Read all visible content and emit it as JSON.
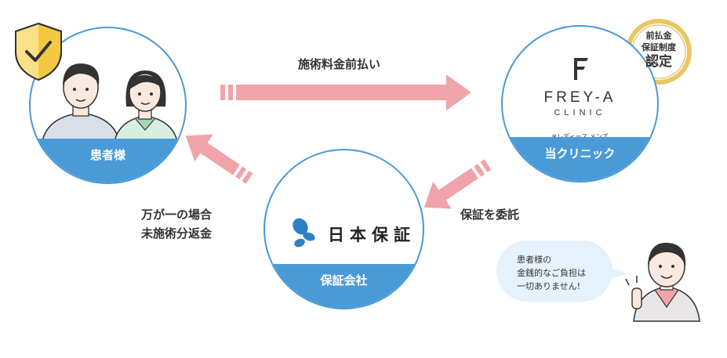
{
  "arrows": {
    "prepay": "施術料金前払い",
    "refund_line1": "万が一の場合",
    "refund_line2": "未施術分返金",
    "entrust": "保証を委託"
  },
  "nodes": {
    "patient": {
      "label": "患者様"
    },
    "clinic": {
      "label": "当クリニック",
      "brand": "FREY-A",
      "brand_sub": "CLINIC",
      "note": "※レディース,メンズ"
    },
    "guarantor": {
      "label": "保証会社",
      "logo_text": "日本保証"
    }
  },
  "badge": {
    "line1": "前払金",
    "line2": "保証制度",
    "line3": "認定"
  },
  "bubble": {
    "line1": "患者様の",
    "line2": "金銭的なご負担は",
    "line3": "一切ありません!"
  },
  "colors": {
    "accent_blue": "#4a9ad8",
    "arrow_pink": "#f0a3a8",
    "badge_gold": "#d9b24a",
    "shield_yellow": "#f5c842"
  }
}
